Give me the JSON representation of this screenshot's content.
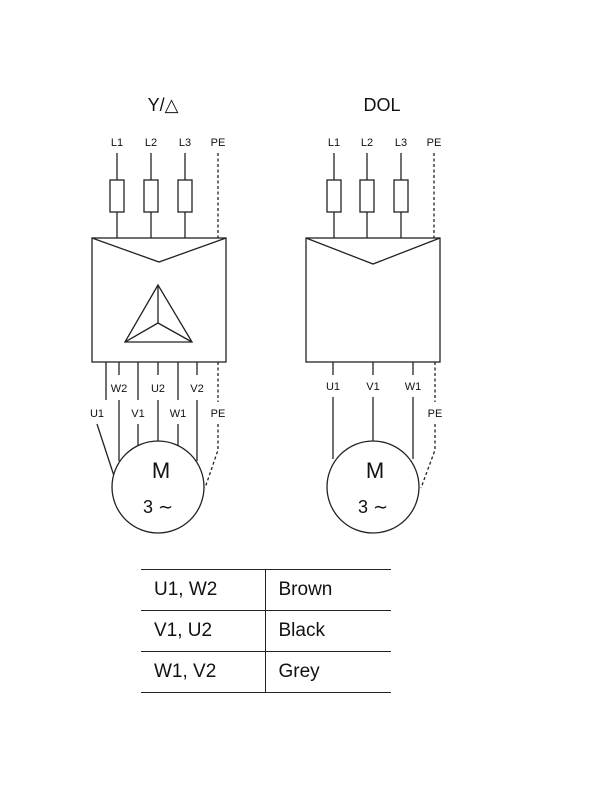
{
  "star_delta": {
    "title": "Y/△",
    "supply": [
      "L1",
      "L2",
      "L3"
    ],
    "pe_top": "PE",
    "terminals_upper": [
      "W2",
      "U2",
      "V2"
    ],
    "terminals_lower": [
      "U1",
      "V1",
      "W1"
    ],
    "pe_bottom": "PE",
    "motor_label": "M",
    "motor_sub": "3 ∼"
  },
  "dol": {
    "title": "DOL",
    "supply": [
      "L1",
      "L2",
      "L3"
    ],
    "pe_top": "PE",
    "terminals": [
      "U1",
      "V1",
      "W1"
    ],
    "pe_bottom": "PE",
    "motor_label": "M",
    "motor_sub": "3 ∼"
  },
  "color_table": [
    {
      "terminals": "U1, W2",
      "color": "Brown"
    },
    {
      "terminals": "V1, U2",
      "color": "Black"
    },
    {
      "terminals": "W1, V2",
      "color": "Grey"
    }
  ]
}
